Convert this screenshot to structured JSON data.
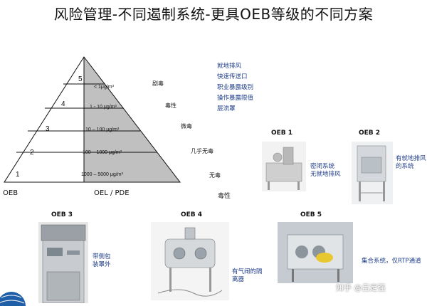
{
  "title": "风险管理-不同遏制系统-更具OEB等级的不同方案",
  "pyramid": {
    "tiers": [
      {
        "num": "5",
        "range": "< 1μg/m³"
      },
      {
        "num": "4",
        "range": "1 - 10 μg/m³"
      },
      {
        "num": "3",
        "range": "10 – 100 μg/m³"
      },
      {
        "num": "2",
        "range": "100 – 1000 μg/m³"
      },
      {
        "num": "1",
        "range": "1000 – 5000 μg/m³"
      }
    ],
    "axis_left": "OEB",
    "axis_right": "OEL / PDE"
  },
  "toxicity": [
    "剧毒",
    "毒性",
    "微毒",
    "几乎无毒",
    "无毒",
    "毒性"
  ],
  "blue_list": [
    "就地排风",
    "快速传送口",
    "职业暴露级别",
    "操作暴露限值",
    "层流罩"
  ],
  "oeb": {
    "oeb1": {
      "title": "OEB 1",
      "caption": "密闭系统 无就地排风"
    },
    "oeb2": {
      "title": "OEB 2",
      "caption": "有就地排风的系统"
    },
    "oeb3": {
      "title": "OEB 3",
      "caption": "带侧包装罩外"
    },
    "oeb4": {
      "title": "OEB 4",
      "caption": "有气闸的隔离器"
    },
    "oeb5": {
      "title": "OEB 5",
      "caption": "集合系统，仅RTP通道"
    }
  },
  "watermark": "知乎 @吕定强",
  "colors": {
    "blue_text": "#1f3d8a",
    "pyramid_fill": "#c0c0c0"
  }
}
